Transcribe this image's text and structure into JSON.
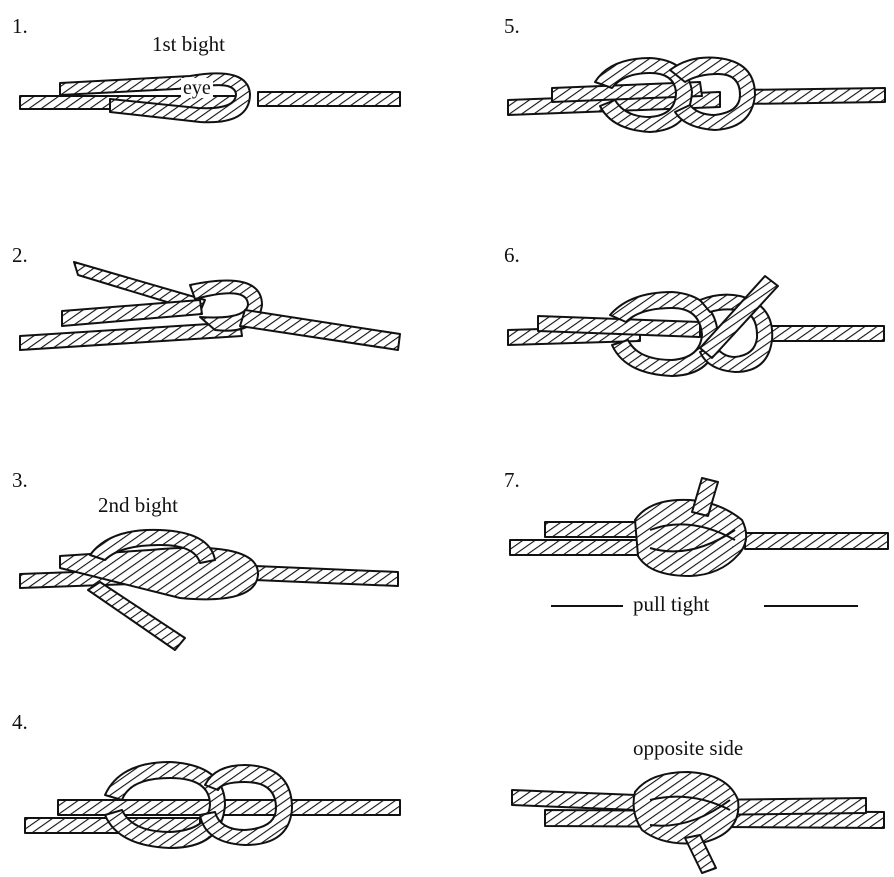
{
  "steps": [
    {
      "number": "1.",
      "labels": [
        "1st bight",
        "eye"
      ]
    },
    {
      "number": "2.",
      "labels": []
    },
    {
      "number": "3.",
      "labels": [
        "2nd bight"
      ]
    },
    {
      "number": "4.",
      "labels": []
    },
    {
      "number": "5.",
      "labels": []
    },
    {
      "number": "6.",
      "labels": []
    },
    {
      "number": "7.",
      "labels": [
        "pull tight"
      ]
    },
    {
      "number": "",
      "labels": [
        "opposite side"
      ]
    }
  ]
}
